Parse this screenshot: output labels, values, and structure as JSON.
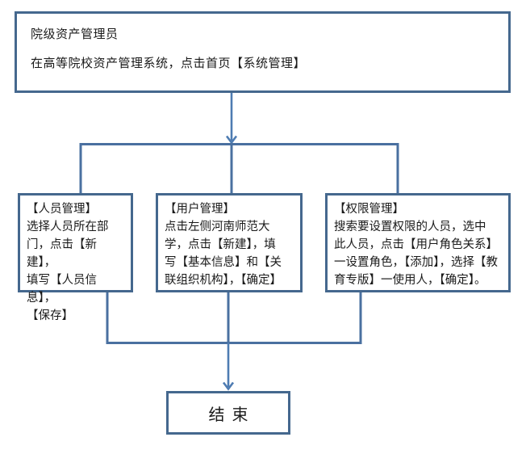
{
  "colors": {
    "background": "#FFFFFF",
    "box_border": "#45688E",
    "connector": "#4A70A0",
    "arrow": "#4E7CB2",
    "text": "#1A1A1A"
  },
  "flowchart": {
    "start": {
      "text": "院级资产管理员\n在高等院校资产管理系统，点击首页【系统管理】"
    },
    "branches": [
      {
        "id": "personnel-management",
        "text": "【人员管理】\n选择人员所在部\n门，点击【新建】，\n填写【人员信息】，\n【保存】"
      },
      {
        "id": "user-management",
        "text": "【用户管理】\n点击左侧河南师范大\n学，点击【新建】，填\n写【基本信息】和【关\n联组织机构】，【确定】"
      },
      {
        "id": "permission-management",
        "text": "【权限管理】\n搜索要设置权限的人员，选中\n此人员，点击【用户角色关系】\n一设置角色，【添加】，选择【教\n育专版】一使用人，【确定】。"
      }
    ],
    "end": {
      "label": "结束"
    }
  }
}
